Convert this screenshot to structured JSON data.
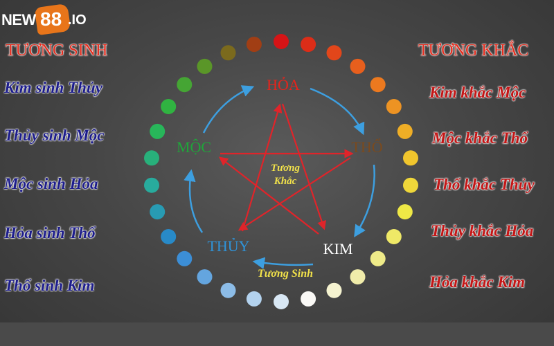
{
  "logo": {
    "prefix": "NEW",
    "number": "88",
    "suffix": ".IO"
  },
  "left_column": {
    "title": "TƯƠNG SINH",
    "items": [
      "Kim sinh Thủy",
      "Thủy sinh Mộc",
      "Mộc sinh Hỏa",
      "Hỏa sinh Thổ",
      "Thổ sinh Kim"
    ]
  },
  "right_column": {
    "title": "TƯƠNG KHẮC",
    "items": [
      "Kim khắc Mộc",
      "Mộc khắc Thổ",
      "Thổ khắc Thủy",
      "Thủy khắc Hỏa",
      "Hỏa khắc Kim"
    ]
  },
  "diagram": {
    "elements": [
      {
        "key": "hoa",
        "label": "HỎA",
        "color": "#e8231b"
      },
      {
        "key": "tho",
        "label": "THỔ",
        "color": "#7a4a1e"
      },
      {
        "key": "kim",
        "label": "KIM",
        "color": "#ffffff"
      },
      {
        "key": "thuy",
        "label": "THỦY",
        "color": "#2f93d8"
      },
      {
        "key": "moc",
        "label": "MỘC",
        "color": "#1fa53a"
      }
    ],
    "center_line1": "Tương",
    "center_line2": "Khắc",
    "cycle_label": "Tương Sinh",
    "cycle_arrow_color": "#3d9fe0",
    "star_color": "#e0242a"
  },
  "colors": {
    "background": "#474747",
    "title_red": "#e62d1e",
    "left_text": "#1d1d8c",
    "right_text": "#c41616",
    "logo_orange": "#e8751a"
  }
}
